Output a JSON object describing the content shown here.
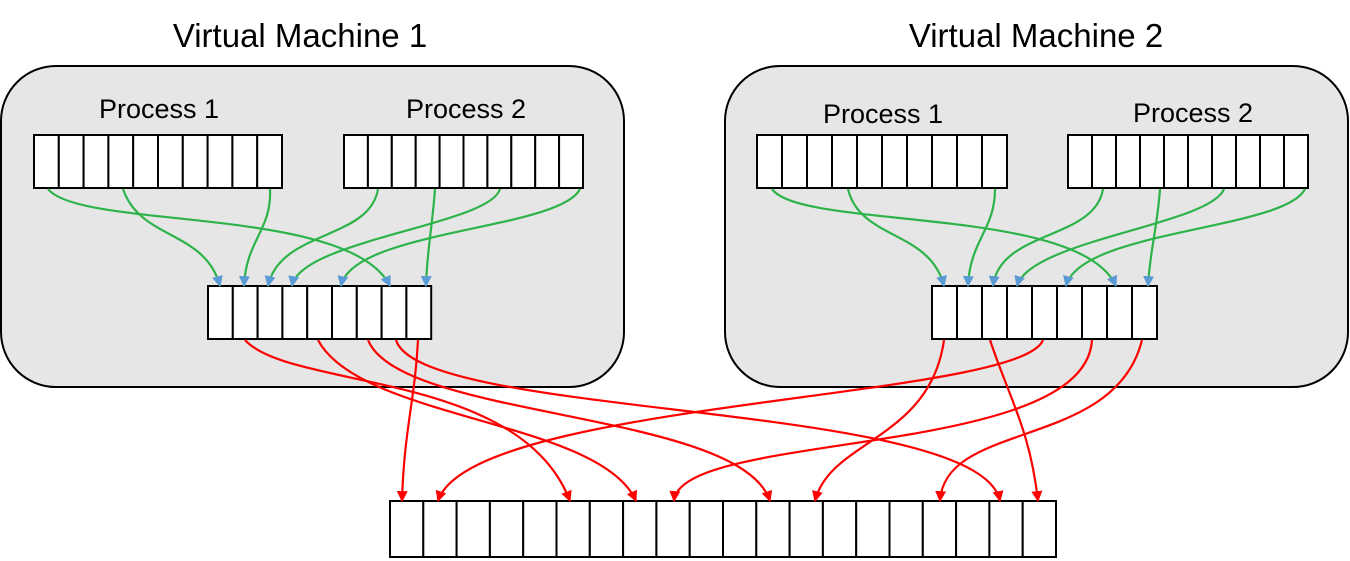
{
  "diagram": {
    "vm1": {
      "title": "Virtual Machine 1",
      "process1": "Process 1",
      "process2": "Process 2"
    },
    "vm2": {
      "title": "Virtual Machine 2",
      "process1": "Process 1",
      "process2": "Process 2"
    }
  },
  "colors": {
    "vm_background": "#e6e6e6",
    "process_to_vm_arrow": "#2db34a",
    "process_to_vm_arrowhead": "#5b9bd5",
    "vm_to_host_arrow": "#ff0000"
  }
}
